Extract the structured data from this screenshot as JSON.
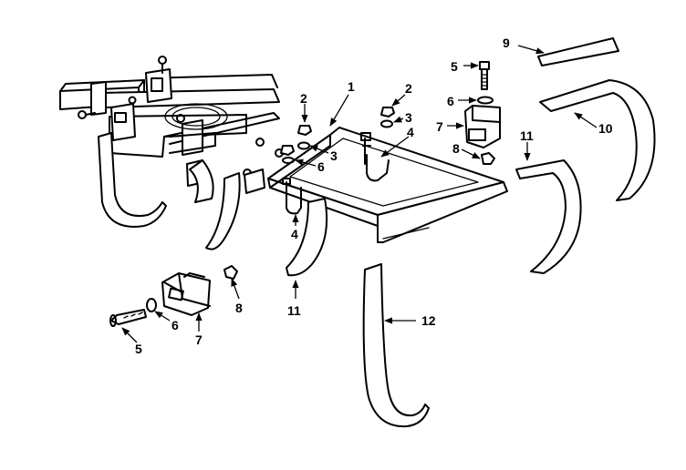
{
  "colors": {
    "ink": "#000000",
    "paper": "#ffffff"
  },
  "callouts": {
    "c1": "1",
    "c2": "2",
    "c3": "3",
    "c4": "4",
    "c5": "5",
    "c6": "6",
    "c7": "7",
    "c8": "8",
    "c9": "9",
    "c10": "10",
    "c11": "11",
    "c12": "12"
  }
}
